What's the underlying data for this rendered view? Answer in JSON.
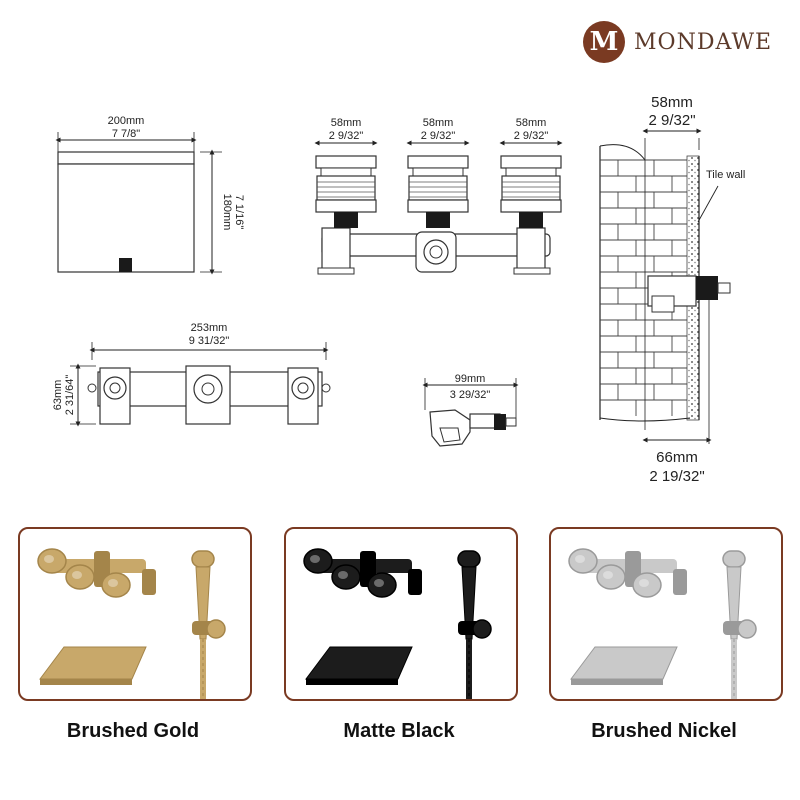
{
  "brand": {
    "logo_letter": "M",
    "name": "MONDAWE"
  },
  "dimensions": {
    "cover_width_mm": "200mm",
    "cover_width_in": "7 7/8\"",
    "cover_height_mm": "180mm",
    "cover_height_in": "7 1/16\"",
    "handle_1_mm": "58mm",
    "handle_1_in": "2 9/32\"",
    "handle_2_mm": "58mm",
    "handle_2_in": "2 9/32\"",
    "handle_3_mm": "58mm",
    "handle_3_in": "2 9/32\"",
    "valve_width_mm": "253mm",
    "valve_width_in": "9 31/32\"",
    "valve_height_mm": "63mm",
    "valve_height_in": "2 31/64\"",
    "outlet_mm": "99mm",
    "outlet_in": "3 29/32\"",
    "wall_top_mm": "58mm",
    "wall_top_in": "2 9/32\"",
    "wall_bottom_mm": "66mm",
    "wall_bottom_in": "2 19/32\"",
    "tile_wall_label": "Tile wall"
  },
  "finishes": [
    {
      "label": "Brushed Gold",
      "color": "#c8a86a",
      "dark": "#a4854a"
    },
    {
      "label": "Matte Black",
      "color": "#1c1c1c",
      "dark": "#000000"
    },
    {
      "label": "Brushed Nickel",
      "color": "#c9c9c9",
      "dark": "#9a9a9a"
    }
  ],
  "colors": {
    "accent": "#7a3a22"
  }
}
